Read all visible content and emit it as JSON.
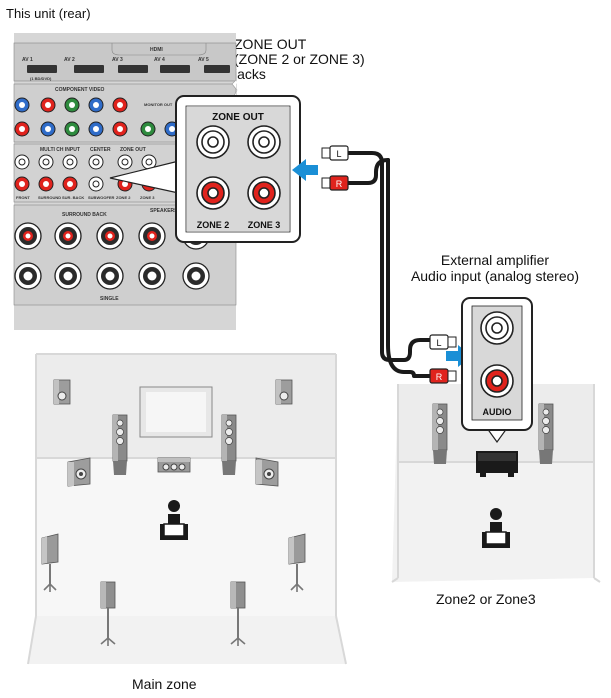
{
  "labels": {
    "unit_rear": "This unit (rear)",
    "zone_out_line1": "ZONE OUT",
    "zone_out_line2": "(ZONE 2 or ZONE 3)",
    "zone_out_line3": "jacks",
    "ext_amp_line1": "External amplifier",
    "ext_amp_line2": "Audio input (analog stereo)",
    "main_zone": "Main zone",
    "zone23": "Zone2 or Zone3"
  },
  "callout": {
    "title": "ZONE OUT",
    "zone2": "ZONE 2",
    "zone3": "ZONE 3"
  },
  "amp_panel": {
    "label": "AUDIO"
  },
  "plugs": {
    "left": "L",
    "right": "R"
  },
  "rear_panel": {
    "hdmi": "HDMI",
    "av_inputs": [
      "AV 1",
      "AV 2",
      "AV 3",
      "AV 4",
      "AV 5"
    ],
    "av1_sub": "(1 BD/DVD)",
    "component_video": "COMPONENT VIDEO",
    "multi_ch_input": "MULTI CH INPUT",
    "center": "CENTER",
    "zone_out_small": "ZONE OUT",
    "zone2_small": "ZONE 2",
    "zone3_small": "ZONE 3",
    "front": "FRONT",
    "surround": "SURROUND",
    "sur_back": "SUR. BACK",
    "subwoofer": "SUBWOOFER",
    "surround_back": "SURROUND BACK",
    "single": "SINGLE",
    "monitor_out": "MONITOR OUT",
    "speakers": "SPEAKERS"
  },
  "colors": {
    "panel_gray": "#d3d3d3",
    "plug_red": "#e0231d",
    "arrow_blue": "#1a8fd6",
    "cable_dark": "#1a1a1a",
    "green_jack": "#2e8b3e",
    "blue_jack": "#2f6cc9"
  }
}
